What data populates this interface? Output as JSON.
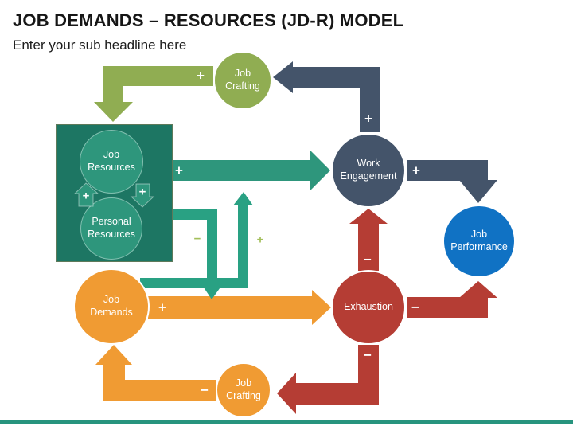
{
  "header": {
    "title": "JOB DEMANDS – RESOURCES (JD-R) MODEL",
    "subtitle": "Enter your sub headline here"
  },
  "nodes": {
    "job_crafting_top": "Job Crafting",
    "job_resources": "Job Resources",
    "personal_resources": "Personal Resources",
    "work_engagement": "Work Engagement",
    "job_performance": "Job Performance",
    "job_demands": "Job Demands",
    "exhaustion": "Exhaustion",
    "job_crafting_bottom": "Job Crafting"
  },
  "signs": {
    "crafting_to_resources": "+",
    "engagement_to_crafting": "+",
    "resources_to_engagement": "+",
    "engagement_to_performance": "+",
    "mutual_gain_left": "+",
    "mutual_gain_right": "+",
    "demands_to_exhaustion": "+",
    "exhaustion_to_engagement": "−",
    "exhaustion_to_performance": "−",
    "exhaustion_to_crafting": "−",
    "crafting_to_demands": "−",
    "resources_to_demands": "−",
    "demands_to_resources": "+"
  },
  "colors": {
    "title_text": "#161616",
    "dark_slate": "#44546a",
    "teal_box": "#1d7663",
    "teal_circle": "#2e967c",
    "teal_arrow": "#2e967c",
    "teal_thin": "#29a183",
    "olive_green": "#90ad52",
    "olive_sign": "#a3bf5a",
    "orange": "#f09b33",
    "brick_red": "#b53d34",
    "blue": "#1072c4",
    "bottom_bar": "#27947e"
  }
}
